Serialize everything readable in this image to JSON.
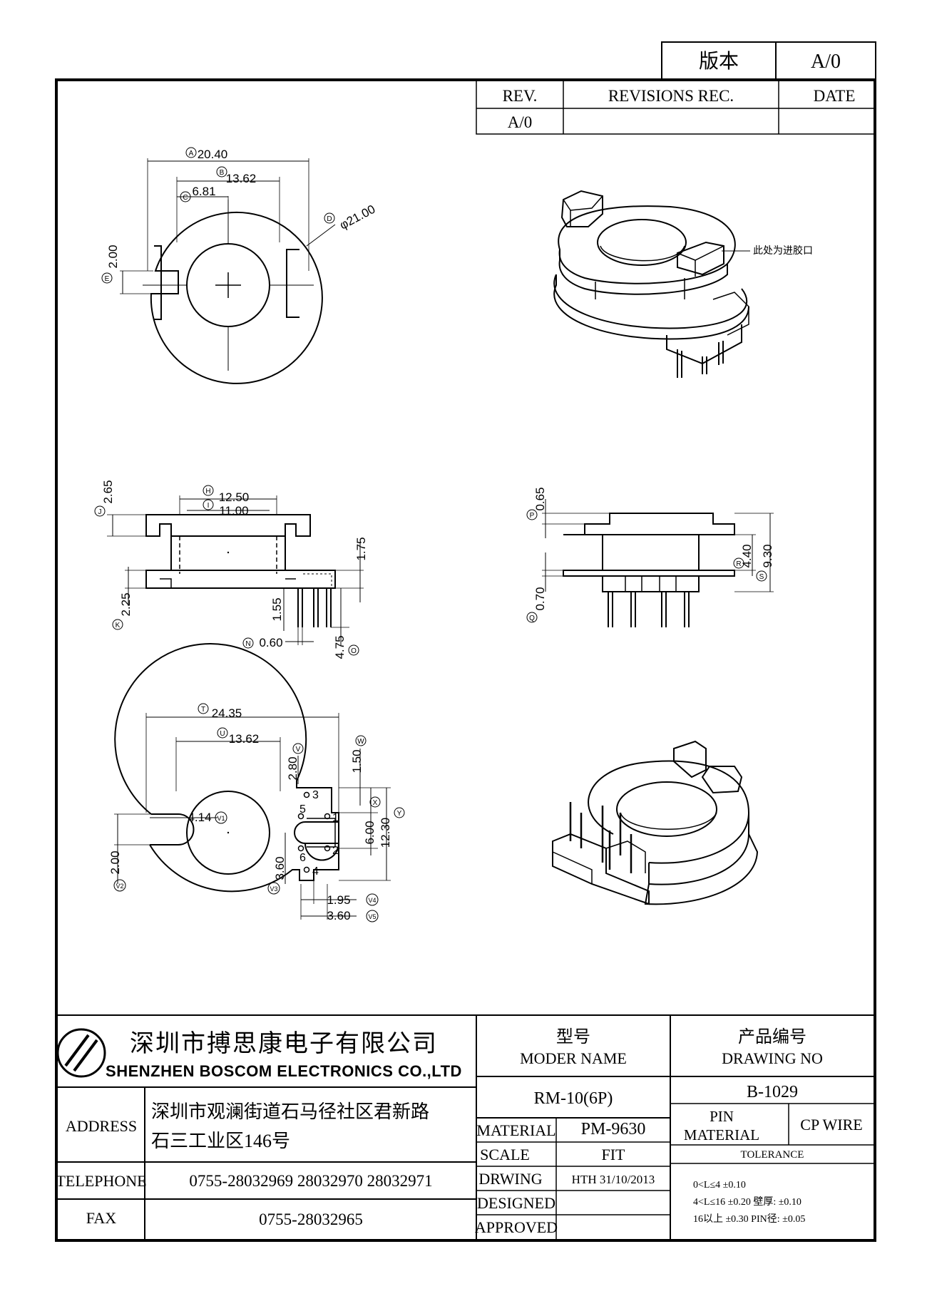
{
  "version_box": {
    "label": "版本",
    "value": "A/0"
  },
  "revision_table": {
    "headers": [
      "REV.",
      "REVISIONS REC.",
      "DATE"
    ],
    "rows": [
      [
        "A/0",
        "",
        ""
      ]
    ]
  },
  "top_view": {
    "dim_a_label": "A",
    "dim_a_value": "20.40",
    "dim_b_label": "B",
    "dim_b_value": "13.62",
    "dim_c_label": "C",
    "dim_c_value": "6.81",
    "dim_d_label": "D",
    "dim_d_value": "φ21.00",
    "dim_e_label": "E",
    "dim_e_value": "2.00"
  },
  "iso_top_note": "此处为进胶口",
  "side_view_left": {
    "dim_h_label": "H",
    "dim_h_value": "12.50",
    "dim_i_label": "I",
    "dim_i_value": "11.00",
    "dim_j_label": "J",
    "dim_j_value": "2.65",
    "dim_k_label": "K",
    "dim_k_value": "2.25",
    "dim_m_value": "1.75",
    "dim_l_value": "1.55",
    "dim_n_label": "N",
    "dim_n_value": "0.60",
    "dim_o_label": "O",
    "dim_o_value": "4.75"
  },
  "side_view_right": {
    "dim_p_label": "P",
    "dim_p_value": "0.65",
    "dim_q_label": "Q",
    "dim_q_value": "0.70",
    "dim_r_label": "R",
    "dim_r_value": "4.40",
    "dim_s_label": "S",
    "dim_s_value": "9.30"
  },
  "bottom_view": {
    "dim_t_label": "T",
    "dim_t_value": "24.35",
    "dim_u_label": "U",
    "dim_u_value": "13.62",
    "dim_v_label": "V",
    "dim_v_value": "2.80",
    "dim_w_label": "W",
    "dim_w_value": "1.50",
    "dim_x_label": "X",
    "dim_x_value": "6.00",
    "dim_y_label": "Y",
    "dim_y_value": "12.30",
    "dim_v1_label": "V1",
    "dim_v1_value": "4.14",
    "dim_v2_label": "V2",
    "dim_v2_value": "2.00",
    "dim_v3_label": "V3",
    "dim_v3_value": "3.60",
    "dim_v4_label": "V4",
    "dim_v4_value": "1.95",
    "dim_v5_label": "V5",
    "dim_v5_value": "3.60",
    "pins": [
      "1",
      "2",
      "3",
      "4",
      "5",
      "6"
    ]
  },
  "title_block": {
    "company_cn": "深圳市搏思康电子有限公司",
    "company_en": "SHENZHEN BOSCOM ELECTRONICS CO.,LTD",
    "address_label": "ADDRESS",
    "address_line1": "深圳市观澜街道石马径社区君新路",
    "address_line2": "石三工业区146号",
    "telephone_label": "TELEPHONE",
    "telephone_value": "0755-28032969 28032970 28032971",
    "fax_label": "FAX",
    "fax_value": "0755-28032965",
    "model_name_cn": "型号",
    "model_name_en": "MODER NAME",
    "model_value": "RM-10(6P)",
    "drawing_no_cn": "产品编号",
    "drawing_no_en": "DRAWING NO",
    "drawing_no_value": "B-1029",
    "material_label": "MATERIAL",
    "material_value": "PM-9630",
    "pin_material_label1": "PIN",
    "pin_material_label2": "MATERIAL",
    "pin_material_value": "CP WIRE",
    "scale_label": "SCALE",
    "scale_value": "FIT",
    "tolerance_label": "TOLERANCE",
    "drawing_label": "DRWING",
    "drawing_value": "HTH 31/10/2013",
    "designed_label": "DESIGNED",
    "approved_label": "APPROVED",
    "tolerance_line1": "0<L≤4  ±0.10",
    "tolerance_line2": "4<L≤16  ±0.20   壁厚:  ±0.10",
    "tolerance_line3": "16以上    ±0.30  PIN径: ±0.05"
  }
}
